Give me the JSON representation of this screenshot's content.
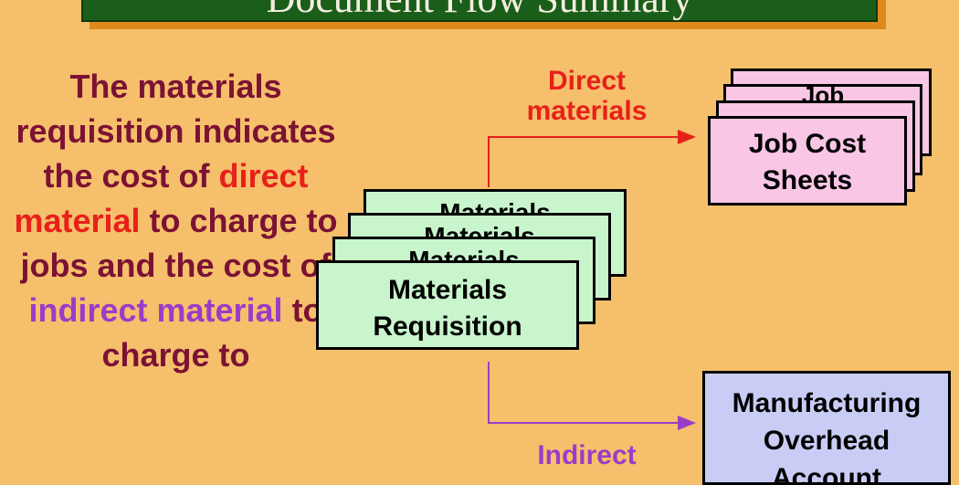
{
  "title": "Document Flow Summary",
  "left_text": {
    "part1": "The materials requisition indicates the cost of ",
    "direct": "direct material",
    "part2": " to charge to jobs and the cost of ",
    "indirect": "indirect material",
    "part3": " to charge to"
  },
  "requisition_stack": {
    "back_label": "Materials",
    "front_line1": "Materials",
    "front_line2": "Requisition"
  },
  "job_cost": {
    "line1": "Job Cost",
    "line2": "Sheets",
    "back_label": "Job"
  },
  "overhead": {
    "line1": "Manufacturing",
    "line2": "Overhead",
    "line3": "Account"
  },
  "arrows": {
    "direct_line1": "Direct",
    "direct_line2": "materials",
    "indirect_line1": "Indirect"
  },
  "colors": {
    "background": "#f5bf6b",
    "title_bar": "#1a5e1a",
    "text_maroon": "#7b1234",
    "direct_red": "#e8201a",
    "indirect_purple": "#9b3cc8"
  }
}
